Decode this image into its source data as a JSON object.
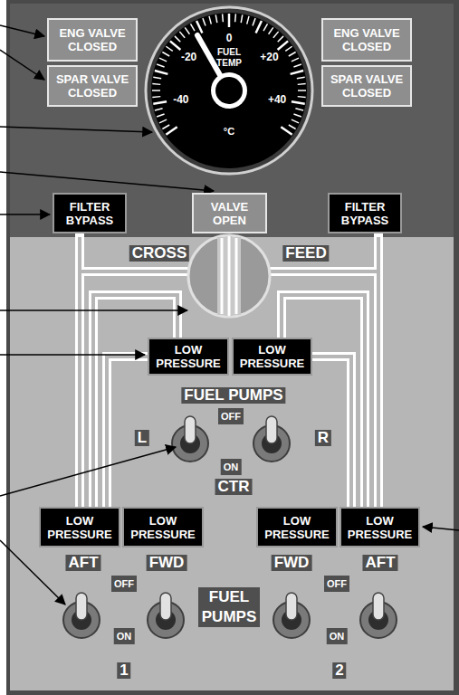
{
  "diagram": {
    "nodes": [
      {
        "text": [
          "ENG VALVE CLOSED"
        ]
      },
      {
        "text": [
          "ENG VALVE CLOSED"
        ]
      },
      {
        "text": [
          "SPAR VALVE CLOSED"
        ]
      },
      {
        "text": [
          "SPAR VALVE CLOSED"
        ]
      },
      {
        "text": [
          "FILTER BYPASS"
        ]
      },
      {
        "text": [
          "VALVE OPEN"
        ]
      },
      {
        "text": [
          "FILTER BYPASS"
        ]
      },
      {
        "text": [
          "LOW PRESSURE"
        ]
      },
      {
        "text": [
          "LOW PRESSURE"
        ]
      },
      {
        "text": [
          "LOW PRESSURE"
        ]
      },
      {
        "text": [
          "LOW PRESSURE"
        ]
      },
      {
        "text": [
          "LOW PRESSURE"
        ]
      },
      {
        "text": [
          "LOW PRESSURE"
        ]
      }
    ],
    "labels": [
      "0",
      "FUEL",
      "TEMP",
      "-20",
      "+20",
      "-40",
      "+40",
      "°C",
      "CROSS",
      "FEED",
      "FUEL PUMPS",
      "OFF",
      "L",
      "R",
      "ON",
      "CTR",
      "AFT",
      "FWD",
      "OFF",
      "FUEL PUMPS",
      "FWD",
      "OFF",
      "AFT",
      "ON",
      "ON",
      "1",
      "2"
    ]
  }
}
